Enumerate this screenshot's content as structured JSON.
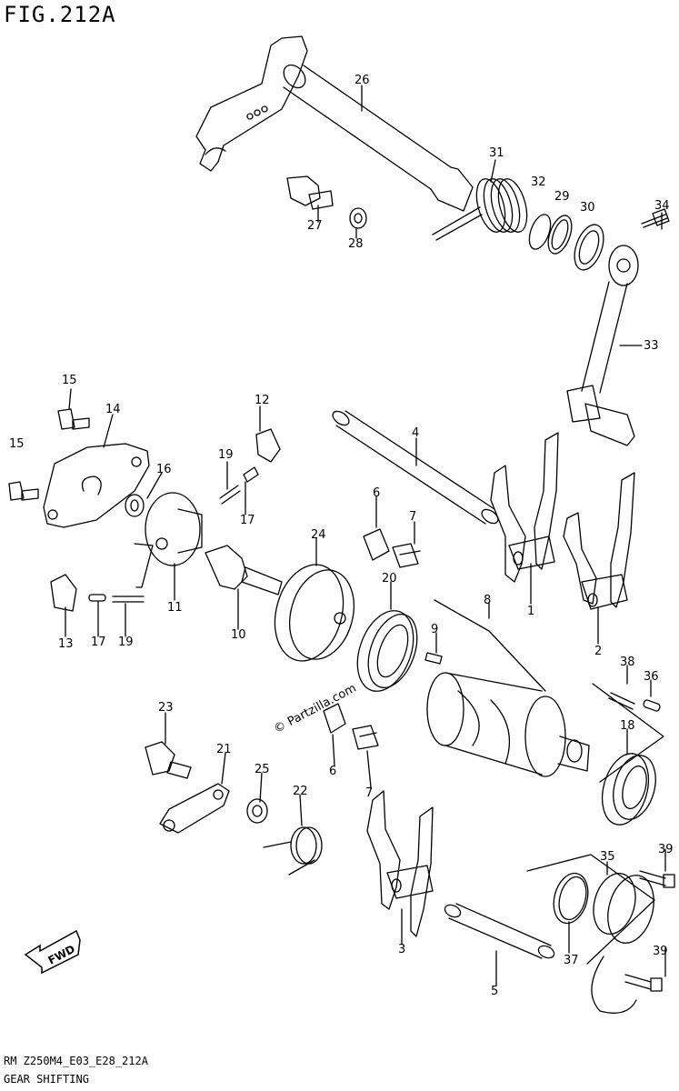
{
  "figure_title": "FIG.212A",
  "footer_code": "RM Z250M4_E03_E28_212A",
  "footer_name": "GEAR SHIFTING",
  "watermark": "© Partzilla.com",
  "fwd_label": "FWD",
  "callouts": [
    "26",
    "31",
    "32",
    "29",
    "30",
    "34",
    "27",
    "28",
    "33",
    "4",
    "15",
    "14",
    "15",
    "16",
    "12",
    "19",
    "17",
    "11",
    "13",
    "17",
    "19",
    "10",
    "24",
    "6",
    "7",
    "20",
    "8",
    "9",
    "1",
    "2",
    "38",
    "36",
    "18",
    "23",
    "21",
    "25",
    "22",
    "6",
    "7",
    "3",
    "5",
    "37",
    "35",
    "39",
    "39"
  ]
}
